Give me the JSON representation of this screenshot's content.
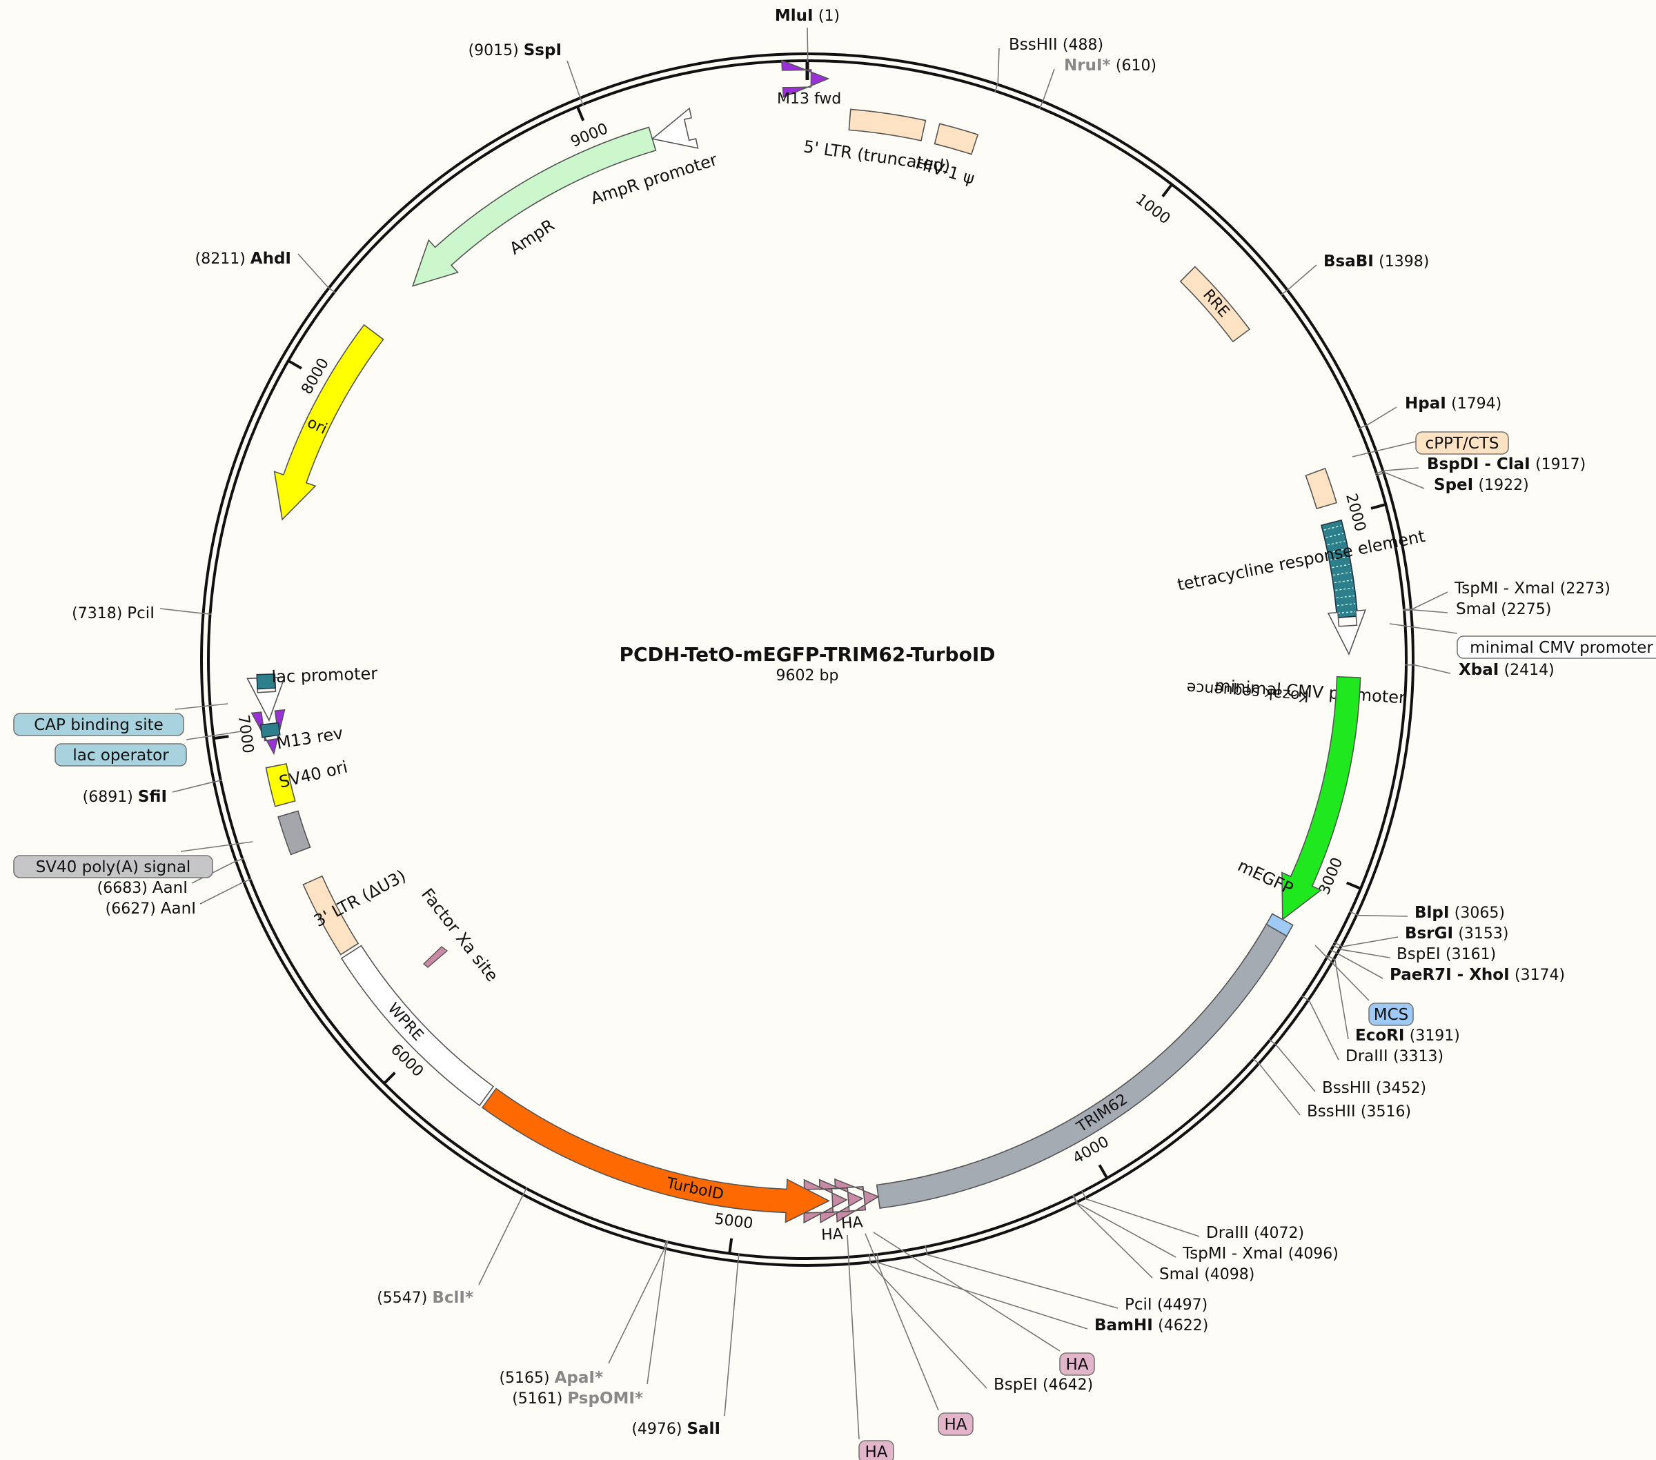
{
  "title": "PCDH-TetO-mEGFP-TRIM62-TurboID",
  "length_label": "9602 bp",
  "total_bp": 9602,
  "ticks": [
    "1000",
    "2000",
    "3000",
    "4000",
    "5000",
    "6000",
    "7000",
    "8000",
    "9000"
  ],
  "tick_positions": [
    1000,
    2000,
    3000,
    4000,
    5000,
    6000,
    7000,
    8000,
    9000
  ],
  "sites": [
    {
      "name": "MluI",
      "pos": "(1)",
      "bold": true,
      "side": "top"
    },
    {
      "name": "BssHII",
      "pos": "(488)",
      "bold": false,
      "side": "right"
    },
    {
      "name": "NruI*",
      "pos": "(610)",
      "bold": true,
      "grey": true,
      "side": "right"
    },
    {
      "name": "BsaBI",
      "pos": "(1398)",
      "bold": true,
      "side": "right"
    },
    {
      "name": "HpaI",
      "pos": "(1794)",
      "bold": true,
      "side": "right"
    },
    {
      "name": "BspDI - ClaI",
      "pos": "(1917)",
      "bold": true,
      "side": "right"
    },
    {
      "name": "SpeI",
      "pos": "(1922)",
      "bold": true,
      "side": "right"
    },
    {
      "name": "TspMI - XmaI",
      "pos": "(2273)",
      "bold": false,
      "side": "right"
    },
    {
      "name": "SmaI",
      "pos": "(2275)",
      "bold": false,
      "side": "right"
    },
    {
      "name": "XbaI",
      "pos": "(2414)",
      "bold": true,
      "side": "right"
    },
    {
      "name": "BlpI",
      "pos": "(3065)",
      "bold": true,
      "side": "right"
    },
    {
      "name": "BsrGI",
      "pos": "(3153)",
      "bold": true,
      "side": "right"
    },
    {
      "name": "BspEI",
      "pos": "(3161)",
      "bold": false,
      "side": "right"
    },
    {
      "name": "PaeR7I - XhoI",
      "pos": "(3174)",
      "bold": true,
      "side": "right"
    },
    {
      "name": "EcoRI",
      "pos": "(3191)",
      "bold": true,
      "side": "right"
    },
    {
      "name": "DraIII",
      "pos": "(3313)",
      "bold": false,
      "side": "right"
    },
    {
      "name": "BssHII",
      "pos": "(3452)",
      "bold": false,
      "side": "right"
    },
    {
      "name": "BssHII",
      "pos": "(3516)",
      "bold": false,
      "side": "right"
    },
    {
      "name": "DraIII",
      "pos": "(4072)",
      "bold": false,
      "side": "right"
    },
    {
      "name": "TspMI - XmaI",
      "pos": "(4096)",
      "bold": false,
      "side": "right"
    },
    {
      "name": "SmaI",
      "pos": "(4098)",
      "bold": false,
      "side": "right"
    },
    {
      "name": "PciI",
      "pos": "(4497)",
      "bold": false,
      "side": "right"
    },
    {
      "name": "BamHI",
      "pos": "(4622)",
      "bold": true,
      "side": "right"
    },
    {
      "name": "BspEI",
      "pos": "(4642)",
      "bold": false,
      "side": "right"
    },
    {
      "name": "SalI",
      "pos": "(4976)",
      "bold": true,
      "side": "left"
    },
    {
      "name": "PspOMI*",
      "pos": "(5161)",
      "bold": true,
      "grey": true,
      "side": "left"
    },
    {
      "name": "ApaI*",
      "pos": "(5165)",
      "bold": true,
      "grey": true,
      "side": "left"
    },
    {
      "name": "BclI*",
      "pos": "(5547)",
      "bold": true,
      "grey": true,
      "side": "left"
    },
    {
      "name": "AanI",
      "pos": "(6627)",
      "bold": false,
      "side": "left"
    },
    {
      "name": "AanI",
      "pos": "(6683)",
      "bold": false,
      "side": "left"
    },
    {
      "name": "SfiI",
      "pos": "(6891)",
      "bold": true,
      "side": "left"
    },
    {
      "name": "PciI",
      "pos": "(7318)",
      "bold": false,
      "side": "left"
    },
    {
      "name": "AhdI",
      "pos": "(8211)",
      "bold": true,
      "side": "left"
    },
    {
      "name": "SspI",
      "pos": "(9015)",
      "bold": true,
      "side": "left"
    }
  ],
  "boxed_labels": [
    {
      "text": "cPPT/CTS",
      "color": "#fde3c4"
    },
    {
      "text": "minimal CMV promoter",
      "color": "#ffffff"
    },
    {
      "text": "MCS",
      "color": "#9fcaf5"
    },
    {
      "text": "HA",
      "color": "#e3b5c8"
    },
    {
      "text": "HA",
      "color": "#e3b5c8"
    },
    {
      "text": "HA",
      "color": "#e3b5c8"
    },
    {
      "text": "CAP binding site",
      "color": "#a8d3de"
    },
    {
      "text": "lac operator",
      "color": "#a8d3de"
    },
    {
      "text": "SV40 poly(A) signal",
      "color": "#c6c6c8"
    }
  ],
  "feature_labels": {
    "m13fwd": "M13 fwd",
    "ltr5": "5' LTR (truncated)",
    "hiv": "HIV-1 ψ",
    "rre": "RRE",
    "tre": "tetracycline response element",
    "mincmv": "minimal CMV promoter",
    "kozak": "Kozak sequence",
    "megfp": "mEGFP",
    "trim62": "TRIM62",
    "ha1": "HA",
    "ha2": "HA",
    "turboid": "TurboID",
    "wpre": "WPRE",
    "factorxa": "Factor Xa site",
    "ltr3": "3' LTR (ΔU3)",
    "sv40ori": "SV40 ori",
    "m13rev": "M13 rev",
    "lacprom": "lac promoter",
    "ori": "ori",
    "ampr": "AmpR",
    "amprprom": "AmpR promoter"
  },
  "colors": {
    "ltr": "#fde3c4",
    "tre": "#2e7f8c",
    "megfp": "#1fe81f",
    "trim62": "#a4abb3",
    "turboid": "#ff6a00",
    "ha": "#c98aa5",
    "wpre": "#ffffff",
    "ori": "#ffff00",
    "ampr": "#ccf7cc",
    "sv40": "#a4a6ab",
    "purple": "#9b30d9"
  }
}
